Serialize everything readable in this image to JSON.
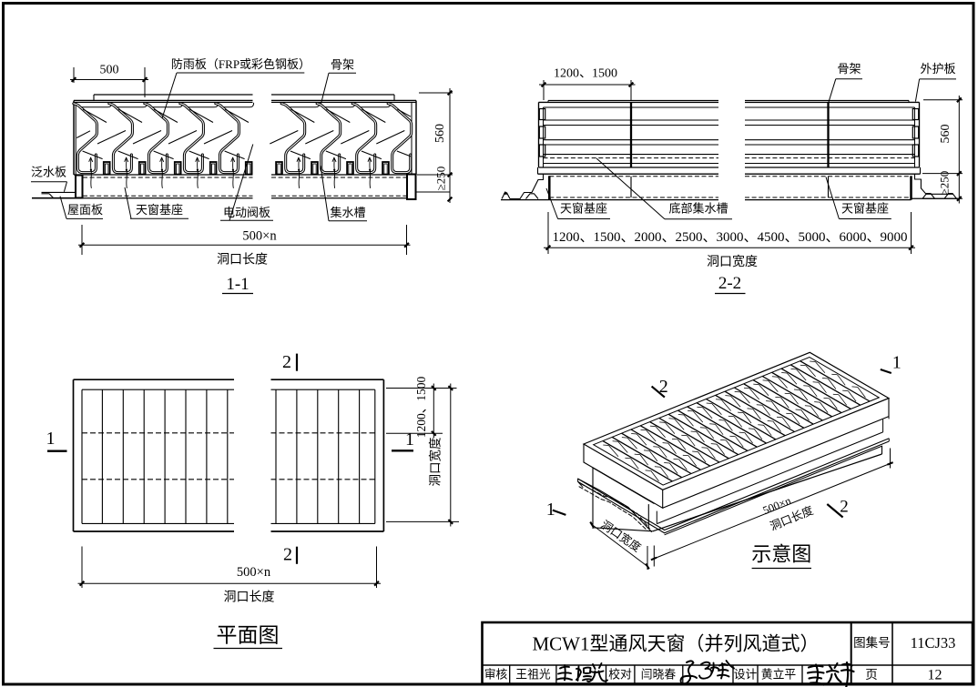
{
  "document": {
    "type": "architectural standard drawing",
    "sheet_title": "MCW1型通风天窗（并列风道式）",
    "atlas_no": "11CJ33",
    "page": "12"
  },
  "s11": {
    "title": "1-1",
    "dim_500": "500",
    "dim_560": "560",
    "dim_ge250": "≥250",
    "dim_500xn": "500×n",
    "dim_opening_length": "洞口长度",
    "label_rain_shield": "防雨板（FRP或彩色钢板）",
    "label_frame": "骨架",
    "label_flashing": "泛水板",
    "label_roof_panel": "屋面板",
    "label_skylight_base": "天窗基座",
    "label_valve_plate": "电动阀板",
    "label_water_trough": "集水槽"
  },
  "s22": {
    "title": "2-2",
    "dim_1200_1500": "1200、1500",
    "dim_560": "560",
    "dim_ge250": "≥250",
    "label_frame": "骨架",
    "label_outer_panel": "外护板",
    "label_skylight_base_left": "天窗基座",
    "label_bottom_trough": "底部集水槽",
    "label_skylight_base_right": "天窗基座",
    "dim_widths": "1200、1500、2000、2500、3000、4500、5000、6000、9000",
    "dim_opening_width": "洞口宽度"
  },
  "plan": {
    "title": "平面图",
    "mark_1_left": "1",
    "mark_1_right": "1",
    "mark_2_top": "2",
    "mark_2_bottom": "2",
    "dim_1200_1500": "1200、1500",
    "dim_opening_width": "洞口宽度",
    "dim_500xn": "500×n",
    "dim_opening_length": "洞口长度"
  },
  "axono": {
    "title": "示意图",
    "mark_1_top_right": "1",
    "mark_2_top_left": "2",
    "mark_1_bottom_left": "1",
    "mark_2_bottom_right": "2",
    "dim_500xn": "500×n",
    "dim_opening_length": "洞口长度",
    "dim_opening_width": "洞口宽度"
  },
  "titleblock": {
    "title": "MCW1型通风天窗（并列风道式）",
    "atlas_label": "图集号",
    "atlas_no": "11CJ33",
    "page_label": "页",
    "page_no": "12",
    "review_label": "审核",
    "review_name": "王祖光",
    "review_signature": "王祖光",
    "check_label": "校对",
    "check_name": "闫晓春",
    "check_signature": "闫晓春",
    "design_label": "设计",
    "design_name": "黄立平",
    "design_signature": "黄立平"
  }
}
